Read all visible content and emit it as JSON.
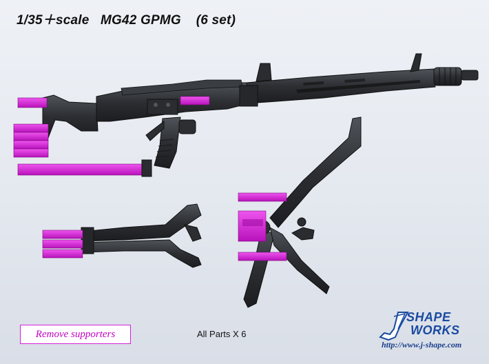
{
  "title": "1/35＋scale   MG42 GPMG    (6 set)",
  "remove_label": "Remove supporters",
  "parts_label": "All Parts X 6",
  "logo": {
    "shape": "SHAPE",
    "works": "WORKS",
    "url": "http://www.j-shape.com"
  },
  "colors": {
    "part": "#2d2f33",
    "support": "#d51fd8",
    "logo_blue": "#1a4aa0"
  }
}
